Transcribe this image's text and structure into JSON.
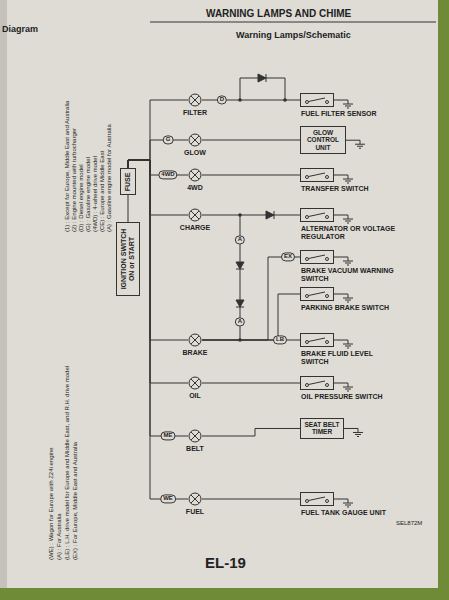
{
  "diagram": {
    "title": "Warning Lamps/Schematic",
    "nodes": [
      {
        "text": [
          "FUEL FILTER SENSOR"
        ]
      },
      {
        "text": [
          "GLOW CONTROL UNIT"
        ]
      },
      {
        "text": [
          "TRANSFER SWITCH"
        ]
      },
      {
        "text": [
          "ALTERNATOR OR VOLTAGE REGULATOR"
        ]
      },
      {
        "text": [
          "BRAKE VACUUM WARNING SWITCH"
        ]
      },
      {
        "text": [
          "PARKING BRAKE SWITCH"
        ]
      },
      {
        "text": [
          "BRAKE FLUID LEVEL SWITCH"
        ]
      },
      {
        "text": [
          "OIL PRESSURE SWITCH"
        ]
      },
      {
        "text": [
          "SEAT BELT TIMER"
        ]
      },
      {
        "text": [
          "FUEL TANK GAUGE UNIT"
        ]
      },
      {
        "text": [
          "IGNITION SWITCH ON or START"
        ]
      },
      {
        "text": [
          "FUSE"
        ]
      },
      {
        "text": [
          "FILTER"
        ]
      },
      {
        "text": [
          "GLOW"
        ]
      },
      {
        "text": [
          "4WD"
        ]
      },
      {
        "text": [
          "CHARGE"
        ]
      },
      {
        "text": [
          "BRAKE"
        ]
      },
      {
        "text": [
          "OIL"
        ]
      },
      {
        "text": [
          "BELT"
        ]
      },
      {
        "text": [
          "FUEL"
        ]
      }
    ],
    "edges": [
      {
        "from": 10,
        "to": 11,
        "arrow": "none"
      },
      {
        "from": 11,
        "to": 12,
        "arrow": "none"
      },
      {
        "from": 11,
        "to": 13,
        "arrow": "none"
      },
      {
        "from": 11,
        "to": 14,
        "arrow": "none"
      },
      {
        "from": 11,
        "to": 15,
        "arrow": "none"
      },
      {
        "from": 11,
        "to": 16,
        "arrow": "none"
      },
      {
        "from": 11,
        "to": 17,
        "arrow": "none"
      },
      {
        "from": 11,
        "to": 18,
        "arrow": "none"
      },
      {
        "from": 11,
        "to": 19,
        "arrow": "none"
      },
      {
        "from": 12,
        "to": 0,
        "arrow": "none"
      },
      {
        "from": 13,
        "to": 1,
        "arrow": "none"
      },
      {
        "from": 14,
        "to": 2,
        "arrow": "none"
      },
      {
        "from": 15,
        "to": 3,
        "arrow": "none"
      },
      {
        "from": 16,
        "to": 4,
        "arrow": "none"
      },
      {
        "from": 16,
        "to": 5,
        "arrow": "none"
      },
      {
        "from": 16,
        "to": 6,
        "arrow": "none"
      },
      {
        "from": 17,
        "to": 7,
        "arrow": "none"
      },
      {
        "from": 18,
        "to": 8,
        "arrow": "none"
      },
      {
        "from": 19,
        "to": 9,
        "arrow": "none"
      }
    ],
    "labels": [
      "WARNING LAMPS AND CHIME",
      "Diagram",
      "(1) : Except for Europe, Middle East and Australia",
      "(2) : Engine mounted with turbocharger",
      "(D) : Diesel engine model",
      "(G) : Gasoline engine model",
      "(4WD) : 4-wheel drive model",
      "(CE) : Europe and Middle East",
      "(A) : Gasoline engine model for Australia",
      "(WE) : Wagon for Europe with Z24i engine",
      "(A) : For Australia",
      "(LE) : L.H. drive model for Europe and Middle East, and R.H. drive model",
      "(EX) : For Europe, Middle East and Australia",
      "D",
      "G",
      "4WD",
      "A",
      "A",
      "EX",
      "LB",
      "ME",
      "WE",
      "SEL872M",
      "EL-19"
    ]
  }
}
